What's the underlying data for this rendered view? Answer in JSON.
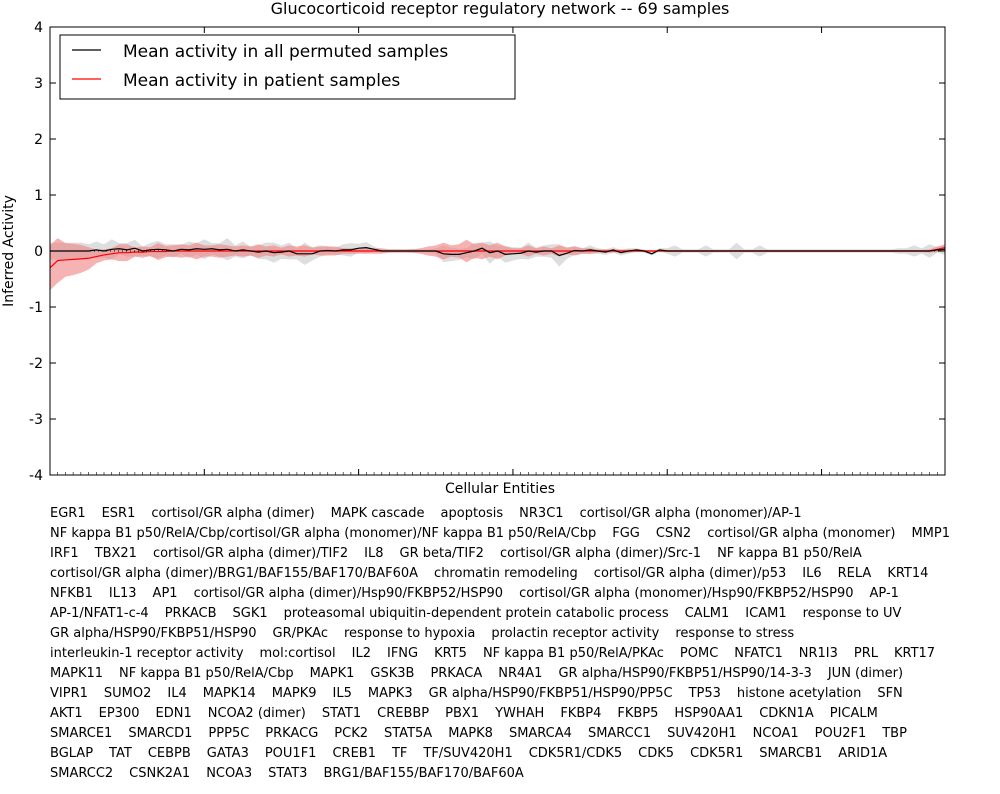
{
  "chart_data": {
    "type": "line",
    "title": "Glucocorticoid receptor regulatory network -- 69 samples",
    "xlabel": "Cellular Entities",
    "ylabel": "Inferred Activity",
    "ylim": [
      -4,
      4
    ],
    "yticks": [
      "-4",
      "-3",
      "-2",
      "-1",
      "0",
      "1",
      "2",
      "3",
      "4"
    ],
    "xlim": [
      0,
      116
    ],
    "grid": false,
    "legend_position": "top-left",
    "legend": [
      {
        "label": "Mean activity in all permuted samples",
        "color": "#000000"
      },
      {
        "label": "Mean activity in patient samples",
        "color": "#ff0000"
      }
    ],
    "colors": {
      "permuted_band": "#d3d3d3",
      "patient_band": "#f08080",
      "patient_line": "#ff0000",
      "permuted_line": "#000000"
    },
    "categories": [
      "EGR1",
      "ESR1",
      "cortisol/GR alpha (dimer)",
      "MAPK cascade",
      "apoptosis",
      "NR3C1",
      "cortisol/GR alpha (monomer)/AP-1",
      "NF kappa B1 p50/RelA/Cbp/cortisol/GR alpha (monomer)/NF kappa B1 p50/RelA/Cbp",
      "FGG",
      "CSN2",
      "cortisol/GR alpha (monomer)",
      "MMP1",
      "IRF1",
      "TBX21",
      "cortisol/GR alpha (dimer)/TIF2",
      "IL8",
      "GR beta/TIF2",
      "cortisol/GR alpha (dimer)/Src-1",
      "NF kappa B1 p50/RelA",
      "cortisol/GR alpha (dimer)/BRG1/BAF155/BAF170/BAF60A",
      "chromatin remodeling",
      "cortisol/GR alpha (dimer)/p53",
      "IL6",
      "RELA",
      "KRT14",
      "NFKB1",
      "IL13",
      "AP1",
      "cortisol/GR alpha (dimer)/Hsp90/FKBP52/HSP90",
      "cortisol/GR alpha (monomer)/Hsp90/FKBP52/HSP90",
      "AP-1",
      "AP-1/NFAT1-c-4",
      "PRKACB",
      "SGK1",
      "proteasomal ubiquitin-dependent protein catabolic process",
      "CALM1",
      "ICAM1",
      "response to UV",
      "GR alpha/HSP90/FKBP51/HSP90",
      "GR/PKAc",
      "response to hypoxia",
      "prolactin receptor activity",
      "response to stress",
      "interleukin-1 receptor activity",
      "mol:cortisol",
      "IL2",
      "IFNG",
      "KRT5",
      "NF kappa B1 p50/RelA/PKAc",
      "POMC",
      "NFATC1",
      "NR1I3",
      "PRL",
      "KRT17",
      "MAPK11",
      "NF kappa B1 p50/RelA/Cbp",
      "MAPK1",
      "GSK3B",
      "PRKACA",
      "NR4A1",
      "GR alpha/HSP90/FKBP51/HSP90/14-3-3",
      "JUN (dimer)",
      "VIPR1",
      "SUMO2",
      "IL4",
      "MAPK14",
      "MAPK9",
      "IL5",
      "MAPK3",
      "GR alpha/HSP90/FKBP51/HSP90/PP5C",
      "TP53",
      "histone acetylation",
      "SFN",
      "AKT1",
      "EP300",
      "EDN1",
      "NCOA2 (dimer)",
      "STAT1",
      "CREBBP",
      "PBX1",
      "YWHAH",
      "FKBP4",
      "FKBP5",
      "HSP90AA1",
      "CDKN1A",
      "PICALM",
      "SMARCE1",
      "SMARCD1",
      "PPP5C",
      "PRKACG",
      "PCK2",
      "STAT5A",
      "MAPK8",
      "SMARCA4",
      "SMARCC1",
      "SUV420H1",
      "NCOA1",
      "POU2F1",
      "TBP",
      "BGLAP",
      "TAT",
      "CEBPB",
      "GATA3",
      "POU1F1",
      "CREB1",
      "TF",
      "TF/SUV420H1",
      "CDK5R1/CDK5",
      "CDK5",
      "CDK5R1",
      "SMARCB1",
      "ARID1A",
      "SMARCC2",
      "CSNK2A1",
      "NCOA3",
      "STAT3",
      "BRG1/BAF155/BAF170/BAF60A"
    ],
    "series": [
      {
        "name": "Mean activity in all permuted samples",
        "values": [
          0,
          0,
          0,
          0,
          0,
          0,
          0.02,
          0,
          0.03,
          0.04,
          0.02,
          0.05,
          0,
          0.02,
          0.03,
          0.02,
          0,
          0.03,
          0.02,
          0.04,
          0.03,
          0.04,
          0.02,
          0.03,
          0,
          0.02,
          0,
          -0.02,
          0,
          -0.03,
          -0.02,
          0,
          -0.05,
          -0.05,
          -0.05,
          0,
          0.01,
          0,
          0.02,
          0.02,
          0.05,
          0.06,
          0.03,
          0,
          0,
          0,
          0,
          0,
          0,
          0,
          0,
          -0.05,
          -0.06,
          -0.06,
          -0.03,
          0,
          0.05,
          -0.03,
          0,
          -0.06,
          -0.05,
          -0.04,
          0,
          -0.02,
          0,
          0,
          -0.08,
          -0.04,
          0.01,
          0,
          0.02,
          0,
          -0.02,
          0.02,
          -0.03,
          0,
          0.02,
          0,
          -0.05,
          0.02,
          0,
          0,
          0,
          0,
          0,
          0,
          0,
          0,
          0,
          0,
          0,
          0,
          0,
          0,
          0,
          0,
          0,
          0,
          0,
          0,
          0,
          0,
          0,
          0,
          0,
          0,
          0,
          0,
          0,
          0,
          0,
          0,
          0,
          0,
          0,
          0.02,
          0.03
        ],
        "spread": [
          0.15,
          0.15,
          0.15,
          0.15,
          0.15,
          0.12,
          0.15,
          0.12,
          0.18,
          0.1,
          0.12,
          0.15,
          0.08,
          0.12,
          0.15,
          0.1,
          0.12,
          0.08,
          0.15,
          0.1,
          0.18,
          0.1,
          0.12,
          0.2,
          0.1,
          0.15,
          0.08,
          0.12,
          0.15,
          0.18,
          0.12,
          0.15,
          0.1,
          0.2,
          0.12,
          0.1,
          0.08,
          0.06,
          0.1,
          0.12,
          0.08,
          0.1,
          0.05,
          0.03,
          0.03,
          0.03,
          0.03,
          0.04,
          0.03,
          0.03,
          0.05,
          0.15,
          0.12,
          0.1,
          0.08,
          0.15,
          0.1,
          0.2,
          0.1,
          0.15,
          0.12,
          0.1,
          0.15,
          0.08,
          0.1,
          0.12,
          0.2,
          0.1,
          0.08,
          0.05,
          0.08,
          0.05,
          0.05,
          0.05,
          0.05,
          0.05,
          0.03,
          0.03,
          0.03,
          0.03,
          0.05,
          0.1,
          0.03,
          0.03,
          0.03,
          0.1,
          0.03,
          0.03,
          0.03,
          0.15,
          0.03,
          0.03,
          0.1,
          0.03,
          0.03,
          0.03,
          0.03,
          0.03,
          0.03,
          0.03,
          0.03,
          0.03,
          0.03,
          0.03,
          0.03,
          0.03,
          0.03,
          0.03,
          0.03,
          0.03,
          0.05,
          0.05,
          0.1,
          0.05,
          0.12,
          0.05,
          0.1
        ]
      },
      {
        "name": "Mean activity in patient samples",
        "values": [
          -0.3,
          -0.17,
          -0.16,
          -0.15,
          -0.14,
          -0.13,
          -0.1,
          -0.07,
          -0.05,
          -0.03,
          -0.03,
          -0.02,
          -0.02,
          -0.01,
          -0.01,
          -0.01,
          0,
          0,
          0,
          0,
          0,
          0,
          0,
          0,
          0,
          0,
          0,
          0,
          0,
          0,
          0,
          0,
          0,
          0,
          0,
          0,
          0,
          0,
          0,
          0,
          0,
          0,
          0,
          0,
          0,
          0,
          0,
          0,
          0,
          0,
          0,
          0,
          0,
          0,
          0,
          0,
          0,
          0,
          0,
          0,
          0,
          0,
          0,
          0,
          0,
          0,
          0,
          0,
          0,
          0,
          0,
          0,
          0,
          0,
          0,
          0,
          0,
          0,
          0,
          0,
          0,
          0,
          0,
          0,
          0,
          0,
          0,
          0,
          0,
          0,
          0,
          0,
          0,
          0,
          0,
          0,
          0,
          0,
          0,
          0,
          0,
          0,
          0,
          0,
          0,
          0,
          0,
          0,
          0,
          0,
          0,
          0,
          0,
          0,
          0,
          0.03,
          0.06
        ],
        "spread": [
          0.4,
          0.4,
          0.3,
          0.28,
          0.25,
          0.2,
          0.12,
          0.1,
          0.1,
          0.15,
          0.15,
          0.08,
          0.1,
          0.08,
          0.15,
          0.1,
          0.1,
          0.12,
          0.1,
          0.15,
          0.1,
          0.1,
          0.12,
          0.1,
          0.08,
          0.1,
          0.08,
          0.12,
          0.08,
          0.1,
          0.06,
          0.1,
          0.08,
          0.1,
          0.06,
          0.08,
          0.08,
          0.08,
          0.05,
          0.05,
          0.05,
          0.05,
          0.05,
          0.05,
          0.03,
          0.03,
          0.03,
          0.03,
          0.05,
          0.08,
          0.1,
          0.15,
          0.1,
          0.12,
          0.2,
          0.12,
          0.15,
          0.1,
          0.15,
          0.08,
          0.05,
          0.05,
          0.1,
          0.05,
          0.08,
          0.05,
          0.1,
          0.06,
          0.08,
          0.05,
          0.05,
          0.03,
          0.03,
          0.03,
          0.03,
          0.03,
          0.02,
          0.02,
          0.02,
          0.02,
          0.02,
          0.02,
          0.02,
          0.02,
          0.02,
          0.02,
          0.02,
          0.02,
          0.02,
          0.02,
          0.02,
          0.02,
          0.02,
          0.02,
          0.02,
          0.02,
          0.02,
          0.02,
          0.02,
          0.02,
          0.02,
          0.02,
          0.02,
          0.02,
          0.02,
          0.02,
          0.02,
          0.02,
          0.02,
          0.02,
          0.02,
          0.02,
          0.02,
          0.02,
          0.03,
          0.05,
          0.05
        ]
      }
    ]
  }
}
